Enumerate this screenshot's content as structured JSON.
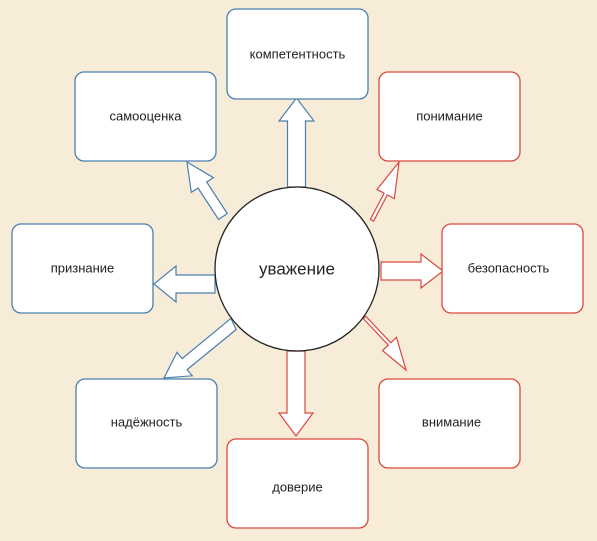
{
  "center": {
    "label": "уважение"
  },
  "nodes": [
    {
      "id": "kompetentnost",
      "label": "компетентность",
      "color": "#4a7fb0"
    },
    {
      "id": "samoocenka",
      "label": "самооценка",
      "color": "#4a7fb0"
    },
    {
      "id": "priznanie",
      "label": "признание",
      "color": "#4a7fb0"
    },
    {
      "id": "nadezhnost",
      "label": "надёжность",
      "color": "#4a7fb0"
    },
    {
      "id": "doverie",
      "label": "доверие",
      "color": "#d8493f"
    },
    {
      "id": "vnimanie",
      "label": "внимание",
      "color": "#d8493f"
    },
    {
      "id": "bezopasnost",
      "label": "безопасность",
      "color": "#d8493f"
    },
    {
      "id": "ponimanie",
      "label": "понимание",
      "color": "#d8493f"
    }
  ],
  "colors": {
    "background": "#f7ecd8",
    "blue": "#4a7fb0",
    "red": "#d8493f"
  }
}
